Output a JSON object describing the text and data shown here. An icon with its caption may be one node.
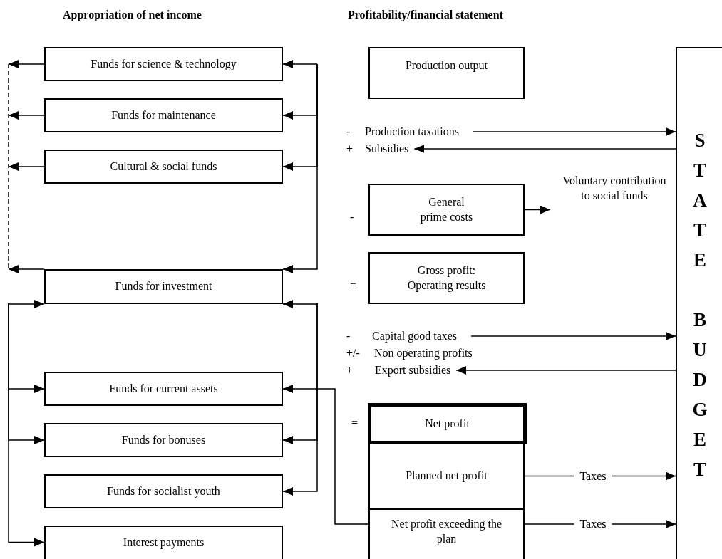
{
  "diagram": {
    "nodes": [
      {
        "text": [
          "Funds for science & technology"
        ]
      },
      {
        "text": [
          "Funds for maintenance"
        ]
      },
      {
        "text": [
          "Cultural & social funds"
        ]
      },
      {
        "text": [
          "Funds for investment"
        ]
      },
      {
        "text": [
          "Funds for current assets"
        ]
      },
      {
        "text": [
          "Funds for bonuses"
        ]
      },
      {
        "text": [
          "Funds for socialist youth"
        ]
      },
      {
        "text": [
          "Interest payments"
        ]
      },
      {
        "text": [
          "Production output"
        ]
      },
      {
        "text": [
          "-",
          "Production taxations"
        ]
      },
      {
        "text": [
          "+",
          "Subsidies"
        ]
      },
      {
        "text": [
          "General prime costs"
        ],
        "beside": [
          "-"
        ]
      },
      {
        "text": [
          "Voluntary contribution to social funds"
        ]
      },
      {
        "text": [
          "Gross profit: Operating results"
        ],
        "beside": [
          "="
        ]
      },
      {
        "text": [
          "-",
          "Capital good taxes"
        ]
      },
      {
        "text": [
          "+",
          "Export subsidies"
        ]
      },
      {
        "text": [
          "Net profit"
        ],
        "beside": [
          "="
        ]
      },
      {
        "text": [
          "Planned net profit"
        ]
      },
      {
        "text": [
          "Net profit exceeding the plan"
        ]
      },
      {
        "text": [
          "STATE BUDGET"
        ]
      }
    ],
    "edges": [
      {
        "from": null,
        "to": 0,
        "arrow": "to"
      },
      {
        "from": null,
        "to": 1,
        "arrow": "to"
      },
      {
        "from": null,
        "to": 2,
        "arrow": "to"
      },
      {
        "from": null,
        "to": 3,
        "arrow": "to"
      },
      {
        "from": 0,
        "to": null,
        "arrow": "to"
      },
      {
        "from": 1,
        "to": null,
        "arrow": "to"
      },
      {
        "from": 2,
        "to": null,
        "arrow": "to"
      },
      {
        "from": 3,
        "to": null,
        "arrow": "to"
      },
      {
        "from": null,
        "to": 3,
        "arrow": "to"
      },
      {
        "from": null,
        "to": 4,
        "arrow": "to"
      },
      {
        "from": null,
        "to": 5,
        "arrow": "to"
      },
      {
        "from": null,
        "to": 7,
        "arrow": "to"
      },
      {
        "from": null,
        "to": 3,
        "arrow": "to"
      },
      {
        "from": null,
        "to": 5,
        "arrow": "to"
      },
      {
        "from": null,
        "to": 6,
        "arrow": "to"
      },
      {
        "from": 18,
        "to": 4,
        "arrow": "to"
      },
      {
        "from": 9,
        "to": 19,
        "arrow": "to"
      },
      {
        "from": 19,
        "to": 10,
        "arrow": "to"
      },
      {
        "from": 11,
        "to": 12,
        "arrow": "to"
      },
      {
        "from": 14,
        "to": 19,
        "arrow": "to"
      },
      {
        "from": 19,
        "to": 15,
        "arrow": "to"
      },
      {
        "from": 17,
        "to": 19,
        "arrow": "to",
        "label": "Taxes"
      },
      {
        "from": 18,
        "to": 19,
        "arrow": "to",
        "label": "Taxes"
      }
    ],
    "labels": [
      "Appropriation of net income",
      "Profitability/financial statement",
      "+/-",
      "Non operating profits"
    ]
  }
}
